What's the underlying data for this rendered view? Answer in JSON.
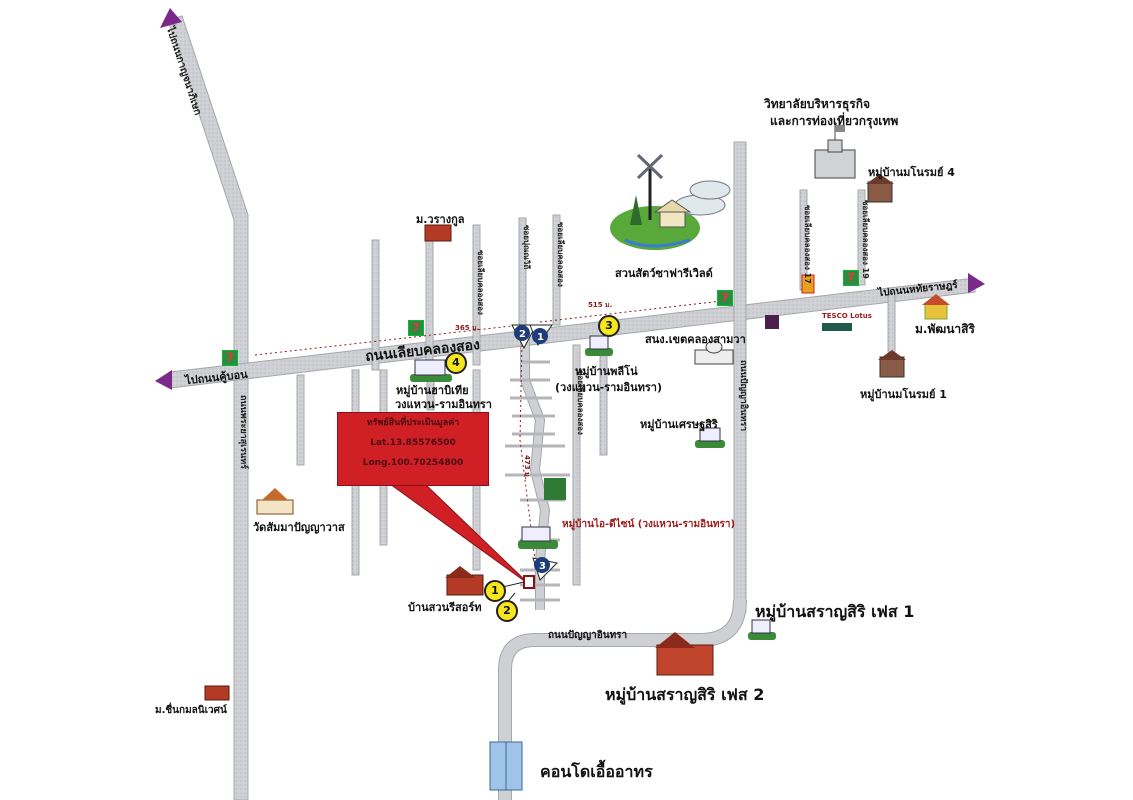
{
  "map": {
    "callout": {
      "title": "ทรัพย์สินที่ประเมินมูลค่า",
      "lat": "Lat.13.85576500",
      "long": "Long.100.70254800",
      "color": "#d11f26"
    },
    "roads": {
      "main_horizontal": "ถนนเลียบคลองสอง",
      "to_left": "ไปถนนคู้บอน",
      "to_right": "ไปถนนหทัยราษฎร์",
      "to_top_left": "ไปถนนกาญจนาภิเษก",
      "left_vertical": "ถนนพระยาสุเรนทร์",
      "right_vertical": "ถนนปัญญาอินทรา",
      "bottom_curve": "ถนนปัญญาอินทรา",
      "soi_17": "ซอยเลียบคลองสอง 17",
      "soi_19": "ซอยเลียบคลองสอง 19",
      "soi_generic": "ซอยเลียบคลองสอง",
      "soi_pupha": "ซอยปุณณวิถี"
    },
    "distances": {
      "d1": "365 ม.",
      "d2": "515 ม.",
      "d3": "473 ม."
    },
    "places": {
      "college": "วิทยาลัยบริหารธุรกิจ",
      "college2": "และการท่องเที่ยวกรุงเทพ",
      "manorom4": "หมู่บ้านมโนรมย์ 4",
      "manorom1": "หมู่บ้านมโนรมย์ 1",
      "phannasiri": "ม.พัฒนาสิริ",
      "safari": "สวนสัตว์ซาฟารีเวิลด์",
      "warangkun": "ม.วรางกูล",
      "district_office": "สนง.เขตคลองสามวา",
      "pleno": "หมู่บ้านพลีโน่",
      "pleno_sub": "(วงแหวน-รามอินทรา)",
      "habitia": "หมู่บ้านฮาบิเทีย",
      "habitia_sub": "วงแหวน-รามอินทรา",
      "setthasiri": "หมู่บ้านเศรษฐสิริ",
      "idesign": "หมู่บ้านไอ-ดีไซน์ (วงแหวน-รามอินทรา)",
      "wat": "วัดสัมมาปัญญาวาส",
      "suan_resort": "บ้านสวนรีสอร์ท",
      "saransiri1": "หมู่บ้านสราญสิริ เฟส 1",
      "saransiri2": "หมู่บ้านสราญสิริ เฟส 2",
      "chuenchom": "ม.ชื่นกมลนิเวศน์",
      "condo": "คอนโดเอื้ออาทร",
      "tesco": "TESCO Lotus"
    },
    "markers": {
      "m1": "1",
      "m2": "2",
      "m3": "3",
      "m4": "4",
      "sign1": "1",
      "sign2": "2",
      "sign3": "3"
    },
    "colors": {
      "road": "#c9cacd",
      "road_edge": "#9ea0a5",
      "arrow": "#7b2a8c",
      "marker": "#f6e61d",
      "sign": "#1f3c7a",
      "dist_line": "#8a1a1a"
    }
  }
}
